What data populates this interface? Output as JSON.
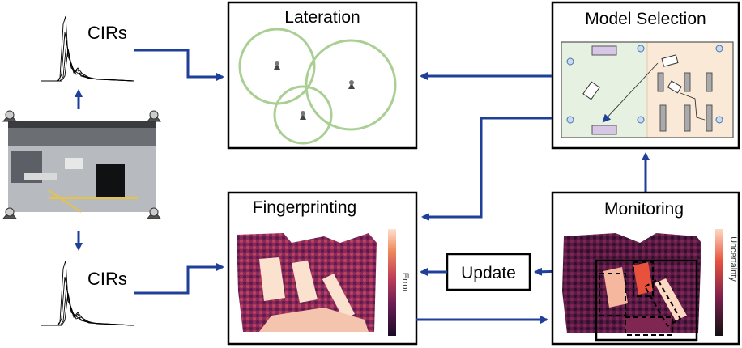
{
  "boxes": {
    "lateration": {
      "title": "Lateration"
    },
    "model_selection": {
      "title": "Model Selection"
    },
    "fingerprinting": {
      "title": "Fingerprinting",
      "colorbar_label": "Error"
    },
    "monitoring": {
      "title": "Monitoring",
      "colorbar_label": "Uncertainty"
    },
    "update": {
      "label": "Update"
    }
  },
  "signals": {
    "top_label": "CIRs",
    "bottom_label": "CIRs"
  },
  "colors": {
    "arrow": "#1f3f99",
    "circle": "#a9cf93",
    "zone_left": "#e6f1e1",
    "zone_right": "#fbe9d8",
    "box_purple": "#d8c6e6",
    "sensor": "#c7dbf2"
  },
  "icons": [
    "antenna-icon",
    "hall-photo",
    "heatmap"
  ]
}
